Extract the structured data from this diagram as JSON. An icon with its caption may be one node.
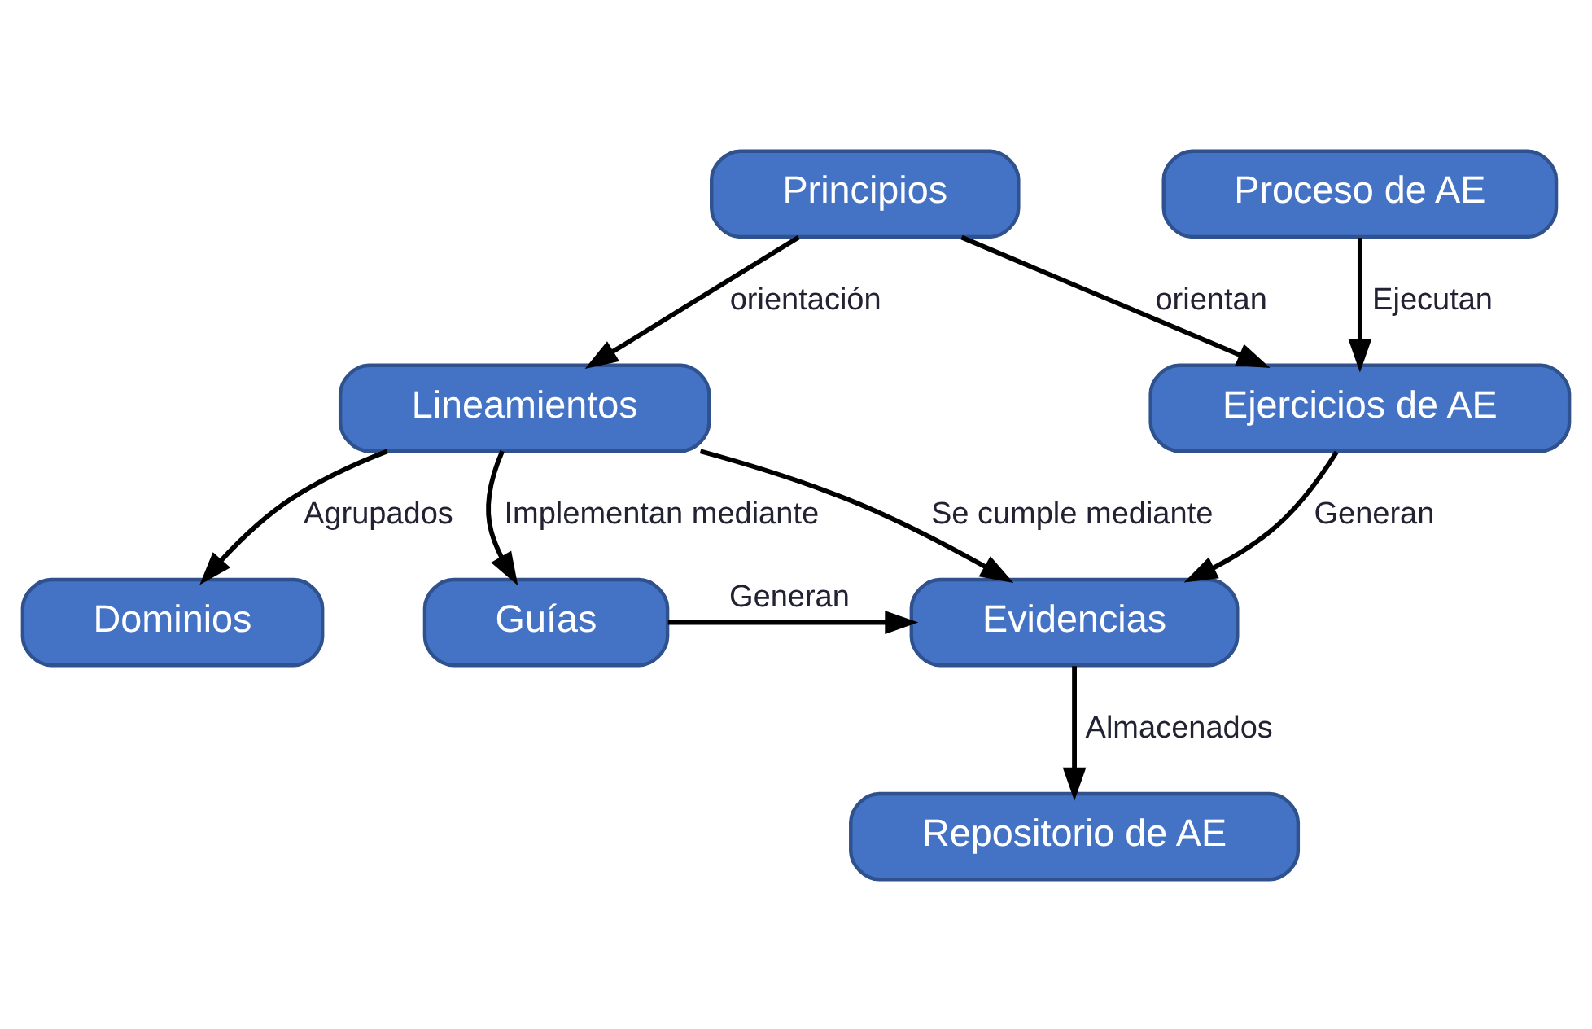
{
  "diagram": {
    "nodes": [
      {
        "text": [
          "Principios"
        ]
      },
      {
        "text": [
          "Dominios"
        ]
      },
      {
        "text": [
          "Lineamientos"
        ]
      },
      {
        "text": [
          "Guías"
        ]
      },
      {
        "text": [
          "Proceso de AE"
        ]
      },
      {
        "text": [
          "Ejercicios de AE"
        ]
      },
      {
        "text": [
          "Evidencias"
        ]
      },
      {
        "text": [
          "Repositorio de AE"
        ]
      }
    ],
    "edges": [
      {
        "from": 0,
        "to": 2,
        "arrow": "to",
        "label": "orientación"
      },
      {
        "from": 0,
        "to": 5,
        "arrow": "to",
        "label": "orientan"
      },
      {
        "from": 2,
        "to": 1,
        "arrow": "to",
        "label": "Agrupados"
      },
      {
        "from": 2,
        "to": 6,
        "arrow": "to",
        "label": "Se cumple mediante"
      },
      {
        "from": 2,
        "to": 3,
        "arrow": "to",
        "label": "Implementan mediante"
      },
      {
        "from": 4,
        "to": 5,
        "arrow": "to",
        "label": "Ejecutan"
      },
      {
        "from": 5,
        "to": 6,
        "arrow": "to",
        "label": "Generan"
      },
      {
        "from": 3,
        "to": 6,
        "arrow": "to",
        "label": "Generan"
      },
      {
        "from": 6,
        "to": 7,
        "arrow": "to",
        "label": "Almacenados"
      }
    ]
  }
}
